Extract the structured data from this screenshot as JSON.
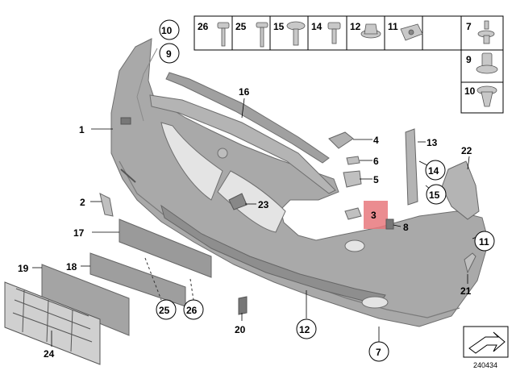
{
  "diagram": {
    "callouts": {
      "c1": "1",
      "c2": "2",
      "c3": "3",
      "c4": "4",
      "c5": "5",
      "c6": "6",
      "c7": "7",
      "c8": "8",
      "c9": "9",
      "c10": "10",
      "c11": "11",
      "c12": "12",
      "c13": "13",
      "c14": "14",
      "c15": "15",
      "c16": "16",
      "c17": "17",
      "c18": "18",
      "c19": "19",
      "c20": "20",
      "c21": "21",
      "c22": "22",
      "c23": "23",
      "c24": "24",
      "c25": "25",
      "c26": "26"
    },
    "legend": {
      "top_row": [
        "26",
        "25",
        "15",
        "14",
        "12",
        "11",
        "7"
      ],
      "right_col": [
        "9",
        "10"
      ]
    },
    "drawing_number": "240434",
    "highlight_color": "#e8787c"
  }
}
